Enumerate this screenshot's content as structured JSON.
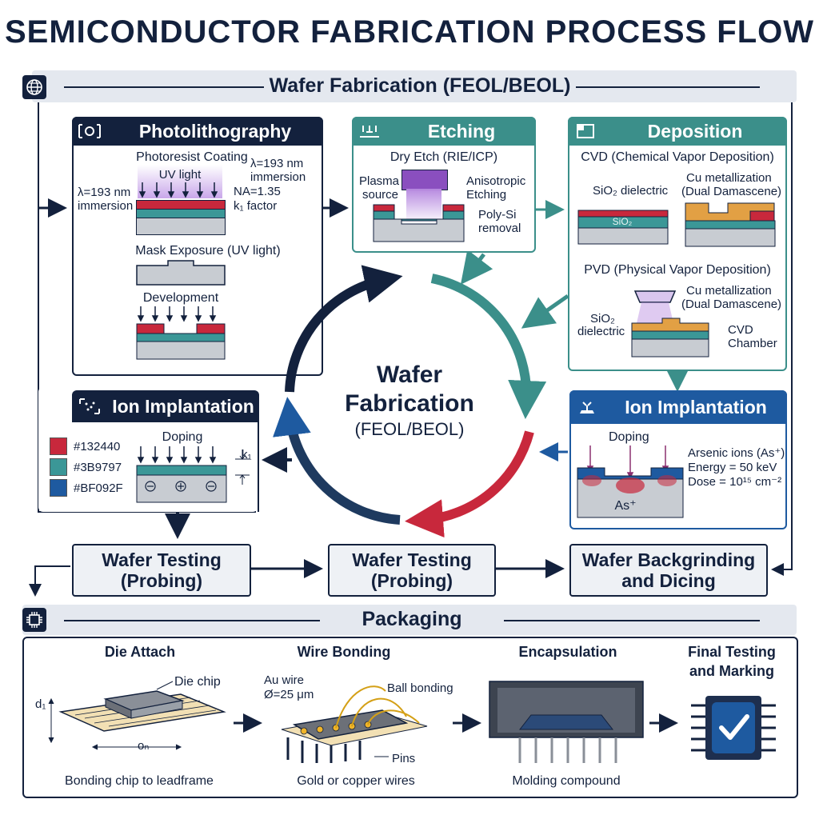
{
  "title": "SEMICONDUCTOR FABRICATION PROCESS FLOW",
  "wafer_fab_bar": {
    "label": "Wafer Fabrication (FEOL/BEOL)",
    "icon": "globe-icon"
  },
  "photolithography": {
    "title": "Photolithography",
    "icon": "camera-icon",
    "coating": "Photoresist Coating",
    "uv_light": "UV light",
    "lambda_left_1": "λ=193 nm",
    "lambda_left_2": "immersion",
    "lambda_right_1": "λ=193 nm",
    "lambda_right_2": "immersion",
    "na": "NA=1.35",
    "k1": "k₁ factor",
    "mask": "Mask Exposure (UV light)",
    "development": "Development"
  },
  "etching": {
    "title": "Etching",
    "icon": "etch-icon",
    "dry": "Dry Etch (RIE/ICP)",
    "plasma_1": "Plasma",
    "plasma_2": "source",
    "aniso_1": "Anisotropic",
    "aniso_2": "Etching",
    "poly_1": "Poly-Si",
    "poly_2": "removal"
  },
  "deposition": {
    "title": "Deposition",
    "icon": "window-icon",
    "cvd": "CVD (Chemical Vapor Deposition)",
    "sio2_dielectric": "SiO₂ dielectric",
    "cu_1": "Cu metallization",
    "cu_2": "(Dual Damascene)",
    "sio2_layer": "SiO₂",
    "pvd": "PVD (Physical Vapor Deposition)",
    "pvd_cu_1": "Cu metallization",
    "pvd_cu_2": "(Dual Damascene)",
    "pvd_sio2_1": "SiO₂",
    "pvd_sio2_2": "dielectric",
    "chamber_1": "CVD",
    "chamber_2": "Chamber"
  },
  "ion_left": {
    "title": "Ion Implantation",
    "icon": "dots-icon",
    "doping": "Doping",
    "k1": "k₁",
    "legend": [
      {
        "label": "#132440",
        "color": "#c8283c"
      },
      {
        "label": "#3B9797",
        "color": "#3b9797"
      },
      {
        "label": "#BF092F",
        "color": "#1e5aa0"
      }
    ]
  },
  "ion_right": {
    "title": "Ion Implantation",
    "icon": "implanter-icon",
    "doping": "Doping",
    "arsenic": "Arsenic ions (As⁺)",
    "energy": "Energy = 50 keV",
    "dose": "Dose = 10¹⁵ cm⁻²",
    "as_label": "As⁺"
  },
  "cycle": {
    "title_1": "Wafer",
    "title_2": "Fabrication",
    "subtitle": "(FEOL/BEOL)"
  },
  "steps": [
    {
      "line1": "Wafer Testing",
      "line2": "(Probing)"
    },
    {
      "line1": "Wafer Testing",
      "line2": "(Probing)"
    },
    {
      "line1": "Wafer Backgrinding",
      "line2": "and Dicing"
    }
  ],
  "packaging_bar": {
    "label": "Packaging",
    "icon": "chip-icon"
  },
  "packaging": {
    "die_attach": "Die Attach",
    "die_chip": "Die chip",
    "d1": "d₁",
    "on": "oₙ",
    "die_caption": "Bonding chip to leadframe",
    "wire_bonding": "Wire Bonding",
    "au_wire_1": "Au wire",
    "au_wire_2": "Ø=25 μm",
    "ball_bonding": "Ball bonding",
    "pins": "Pins",
    "wire_caption": "Gold or copper wires",
    "encapsulation": "Encapsulation",
    "encap_caption": "Molding compound",
    "final_1": "Final Testing",
    "final_2": "and Marking"
  },
  "colors": {
    "navy": "#13213d",
    "teal": "#3b8f8a",
    "blue": "#1e5aa0",
    "red": "#c8283c",
    "purple": "#8a4fbf"
  }
}
